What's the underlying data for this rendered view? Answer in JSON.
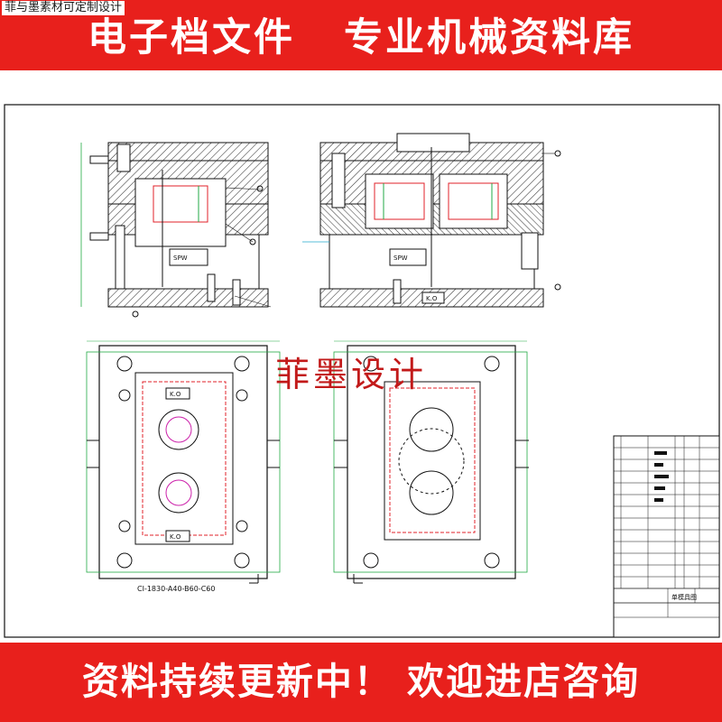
{
  "corner_tag": "菲与墨素材可定制设计",
  "top_banner_title": "电子档文件   专业机械资料库",
  "bottom_banner_title": "资料持续更新中！ 欢迎进店咨询",
  "watermark": "菲墨设计",
  "drawing": {
    "mold_code": "CI-1830-A40-B60-C60",
    "label_kd": "K.O",
    "label_spw": "SPW",
    "label_part_count": "2",
    "title_block_name": "单模具图"
  },
  "colors": {
    "banner_red": "#e8201c",
    "line_black": "#111111",
    "accent_red": "#e0202a",
    "accent_magenta": "#cc22aa",
    "accent_green": "#22aa44",
    "accent_cyan": "#22aacc"
  }
}
